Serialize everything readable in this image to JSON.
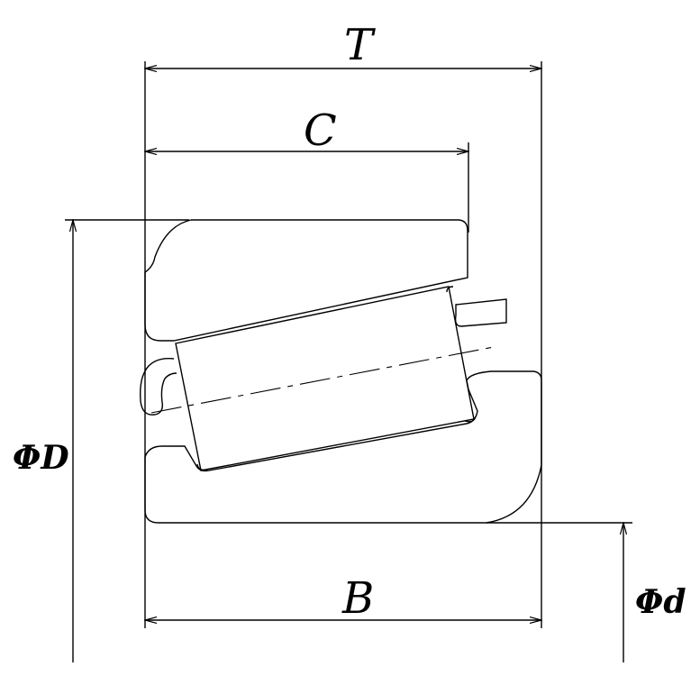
{
  "labels": {
    "total_width": "T",
    "cup_width": "C",
    "cone_width": "B",
    "outer_diameter": "ΦD",
    "bore_diameter": "Φd"
  },
  "colors": {
    "line": "#000000",
    "background": "#ffffff"
  }
}
